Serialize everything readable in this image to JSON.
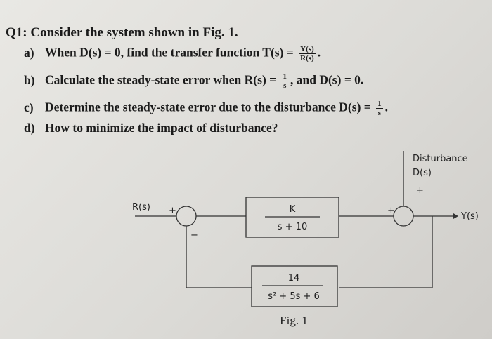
{
  "question": {
    "title": "Q1: Consider the system shown in Fig. 1.",
    "a": {
      "marker": "a)",
      "text": "When D(s) = 0, find the transfer function T(s) =",
      "frac_num": "Y(s)",
      "frac_den": "R(s)",
      "end": "."
    },
    "b": {
      "marker": "b)",
      "text": "Calculate the steady-state error when R(s) =",
      "frac_num": "1",
      "frac_den": "s",
      "end": ", and D(s) = 0."
    },
    "c": {
      "marker": "c)",
      "text": "Determine the steady-state error due to the disturbance D(s) =",
      "frac_num": "1",
      "frac_den": "s",
      "end": "."
    },
    "d": {
      "marker": "d)",
      "text": "How to minimize the impact of disturbance?"
    }
  },
  "diagram": {
    "disturbance_label": "Disturbance",
    "disturbance_signal": "D(s)",
    "input_label": "R(s)",
    "output_label": "Y(s)",
    "forward_num": "K",
    "forward_den": "s + 10",
    "feedback_num": "14",
    "feedback_den": "s² + 5s + 6",
    "plus": "+",
    "minus": "−",
    "caption": "Fig. 1"
  }
}
